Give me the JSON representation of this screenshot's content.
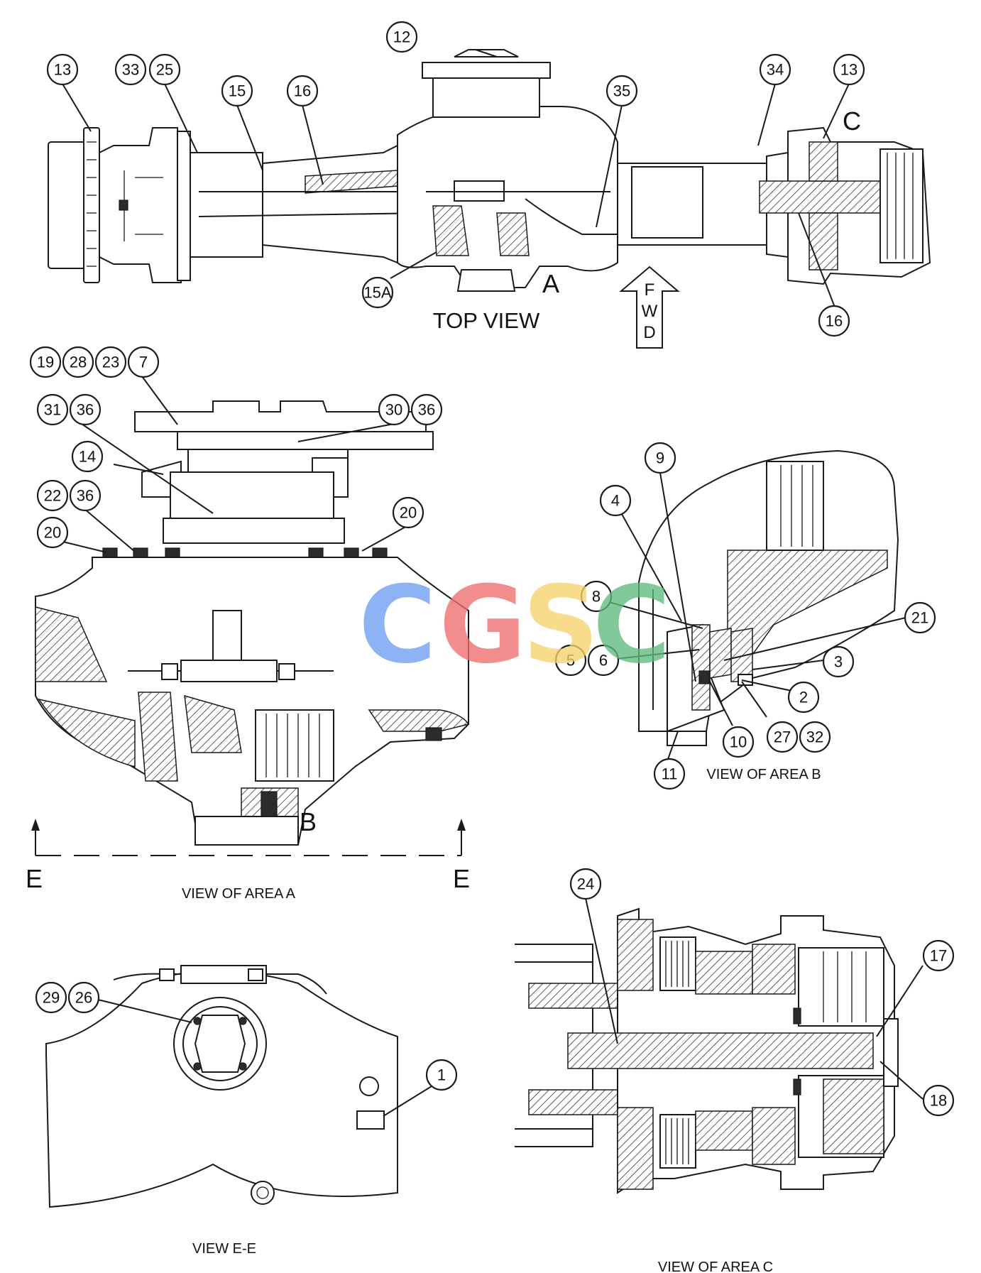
{
  "watermark": {
    "letters": [
      {
        "char": "C",
        "color": "#6f9ef2"
      },
      {
        "char": "G",
        "color": "#ee6e6e"
      },
      {
        "char": "S",
        "color": "#f5d36b"
      },
      {
        "char": "C",
        "color": "#5fbb7e"
      }
    ]
  },
  "captions": {
    "top_view": "TOP VIEW",
    "view_area_a": "VIEW OF AREA A",
    "view_area_b": "VIEW OF AREA B",
    "view_area_c": "VIEW OF AREA C",
    "view_e_e": "VIEW E-E"
  },
  "area_letters": {
    "a": "A",
    "b": "B",
    "c": "C",
    "section_left": "E",
    "section_right": "E"
  },
  "fwd_arrow": {
    "letters": [
      "F",
      "W",
      "D"
    ]
  },
  "callouts": {
    "top_view": [
      "13",
      "33",
      "25",
      "15",
      "16",
      "12",
      "35",
      "34",
      "13",
      "15A",
      "16"
    ],
    "area_a": [
      "19",
      "28",
      "23",
      "7",
      "31",
      "36",
      "30",
      "36",
      "14",
      "22",
      "36",
      "20",
      "20"
    ],
    "area_b": [
      "9",
      "4",
      "8",
      "21",
      "5",
      "6",
      "3",
      "2",
      "10",
      "27",
      "32",
      "11"
    ],
    "view_e_e": [
      "29",
      "26",
      "1"
    ],
    "area_c": [
      "24",
      "17",
      "18"
    ]
  }
}
